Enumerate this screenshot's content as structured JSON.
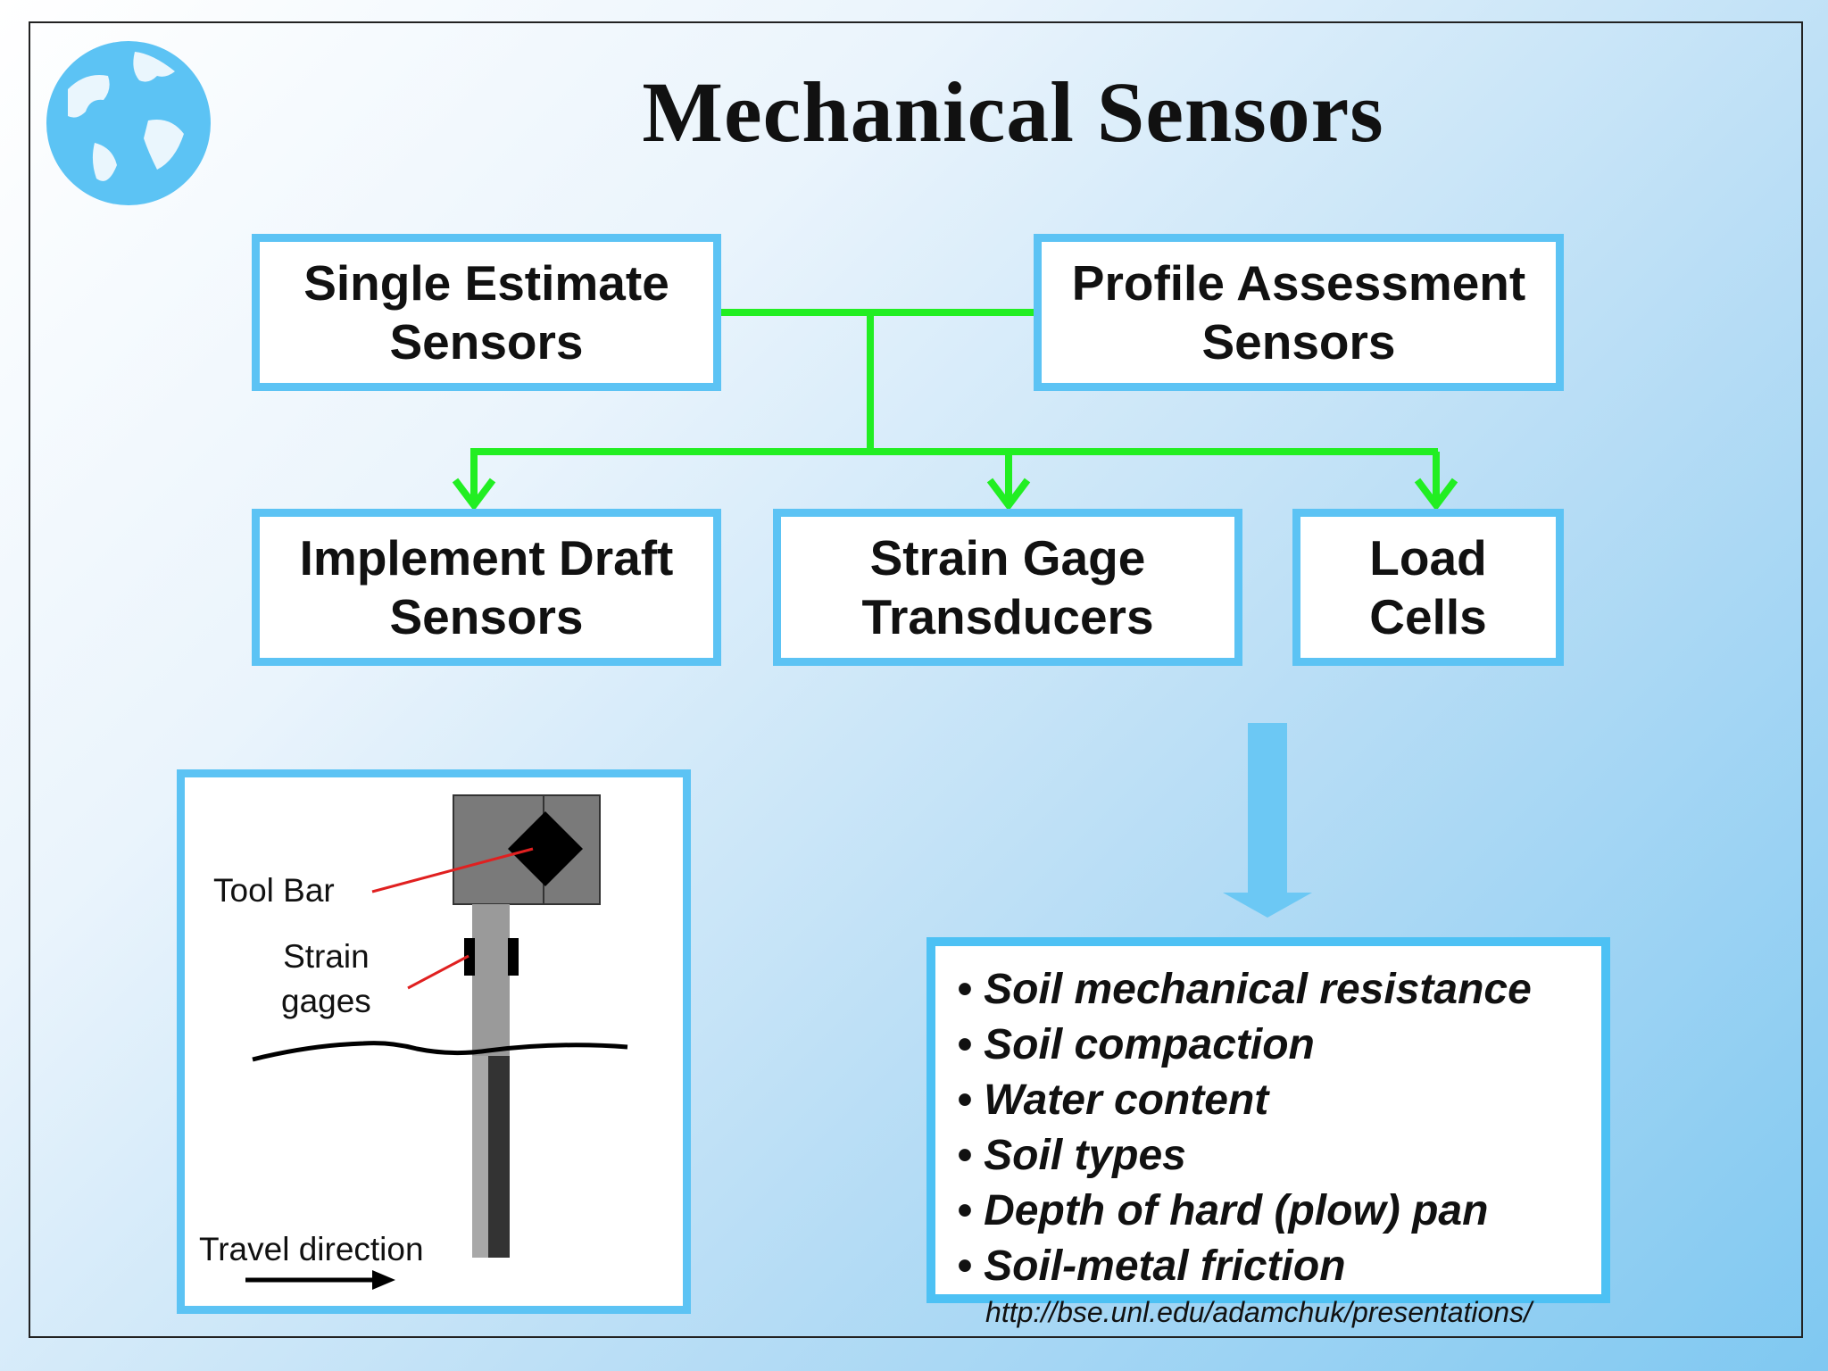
{
  "title": "Mechanical Sensors",
  "top_boxes": {
    "single_estimate": [
      "Single Estimate",
      "Sensors"
    ],
    "profile_assessment": [
      "Profile Assessment",
      "Sensors"
    ]
  },
  "bottom_boxes": {
    "implement_draft": [
      "Implement Draft",
      "Sensors"
    ],
    "strain_gage": [
      "Strain Gage",
      "Transducers"
    ],
    "load_cells": [
      "Load",
      "Cells"
    ]
  },
  "figure": {
    "tool_bar_label": "Tool Bar",
    "strain_gages_label_1": "Strain",
    "strain_gages_label_2": "gages",
    "travel_direction_label": "Travel direction"
  },
  "applications": [
    "• Soil mechanical resistance",
    "• Soil compaction",
    "• Water content",
    "• Soil types",
    "• Depth of hard (plow) pan",
    "• Soil-metal friction"
  ],
  "source_url": "http://bse.unl.edu/adamchuk/presentations/",
  "colors": {
    "box_border": "#5cc3f4",
    "connector": "#22ee22",
    "globe": "#5cc3f4",
    "big_arrow": "#6cc8f4"
  }
}
